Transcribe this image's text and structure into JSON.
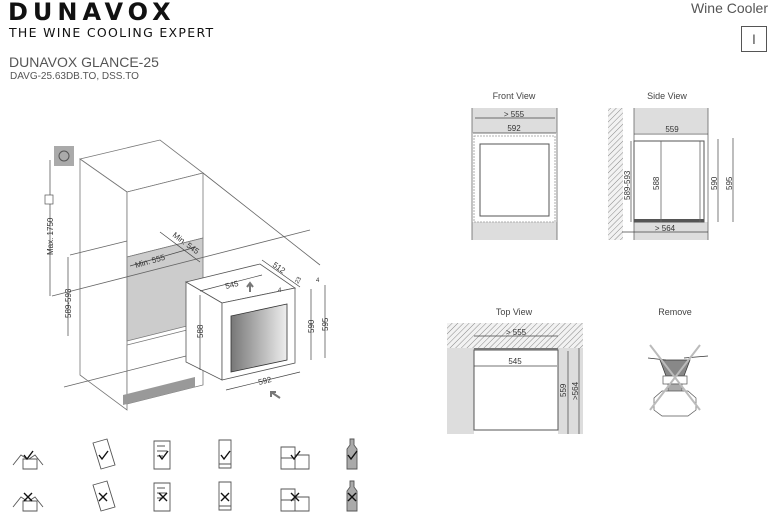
{
  "header": {
    "brand": "DUNAVOX",
    "tagline": "THE WINE COOLING EXPERT",
    "model": "DUNAVOX GLANCE-25",
    "codes": "DAVG-25.63DB.TO, DSS.TO",
    "category": "Wine Cooler",
    "page_marker": "I"
  },
  "isometric": {
    "max_height": "Max. 1750",
    "niche_height": "589-593",
    "min_width": "Min. 555",
    "min_depth": "Min. 545",
    "width_top": "545",
    "depth": "512",
    "gap_a": "4",
    "gap_b": "23",
    "gap_c": "4",
    "side_height": "588",
    "front_height": "590",
    "total_height": "595",
    "width": "592"
  },
  "front_view": {
    "title": "Front View",
    "niche_width": "> 555",
    "width": "592"
  },
  "side_view": {
    "title": "Side View",
    "depth": "559",
    "niche_height": "589-593",
    "body_height": "588",
    "front_height": "590",
    "total_height": "595",
    "niche_depth": "> 564"
  },
  "top_view": {
    "title": "Top View",
    "niche_width": "> 555",
    "width": "545",
    "depth": "559",
    "niche_depth": ">564"
  },
  "remove_view": {
    "title": "Remove"
  },
  "icons": [
    {
      "name": "two-person-lift-icon",
      "status": "do"
    },
    {
      "name": "manual-icon",
      "status": "do"
    },
    {
      "name": "instructions-icon",
      "status": "do"
    },
    {
      "name": "upright-appliance-icon",
      "status": "do"
    },
    {
      "name": "built-in-cabinet-icon",
      "status": "do"
    },
    {
      "name": "bottle-icon",
      "status": "do"
    },
    {
      "name": "one-person-lift-icon",
      "status": "dont"
    },
    {
      "name": "manual-icon",
      "status": "dont"
    },
    {
      "name": "instructions-icon",
      "status": "dont"
    },
    {
      "name": "tilted-appliance-icon",
      "status": "dont"
    },
    {
      "name": "built-in-cabinet-icon",
      "status": "dont"
    },
    {
      "name": "bottle-icon",
      "status": "dont"
    }
  ],
  "colors": {
    "gray_fill": "#d8d8d8",
    "line": "#555555",
    "hatch": "#888888"
  }
}
